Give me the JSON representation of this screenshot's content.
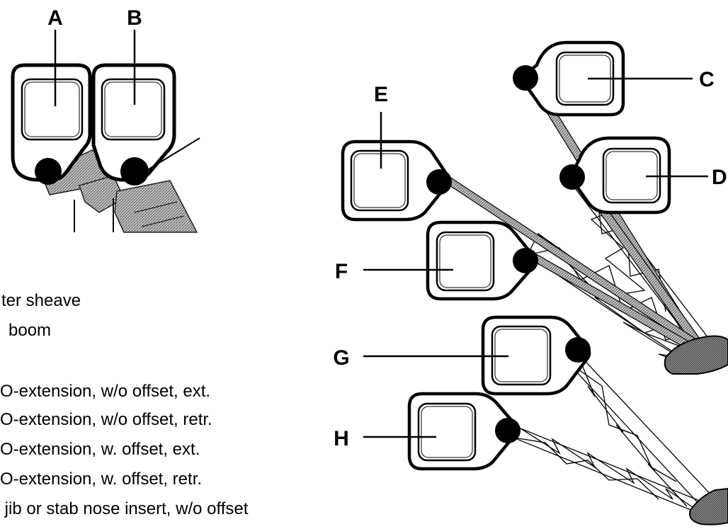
{
  "labels": {
    "A": "A",
    "B": "B",
    "C": "C",
    "D": "D",
    "E": "E",
    "F": "F",
    "G": "G",
    "H": "H"
  },
  "legend": [
    "ter sheave",
    "boom",
    "O-extension, w/o offset, ext.",
    "O-extension, w/o offset, retr.",
    "O-extension, w. offset, ext.",
    "O-extension, w. offset, retr.",
    " jib or stab nose insert, w/o offset"
  ],
  "colors": {
    "ink": "#000000",
    "hatch": "#8a8a8a",
    "background": "#ffffff"
  }
}
